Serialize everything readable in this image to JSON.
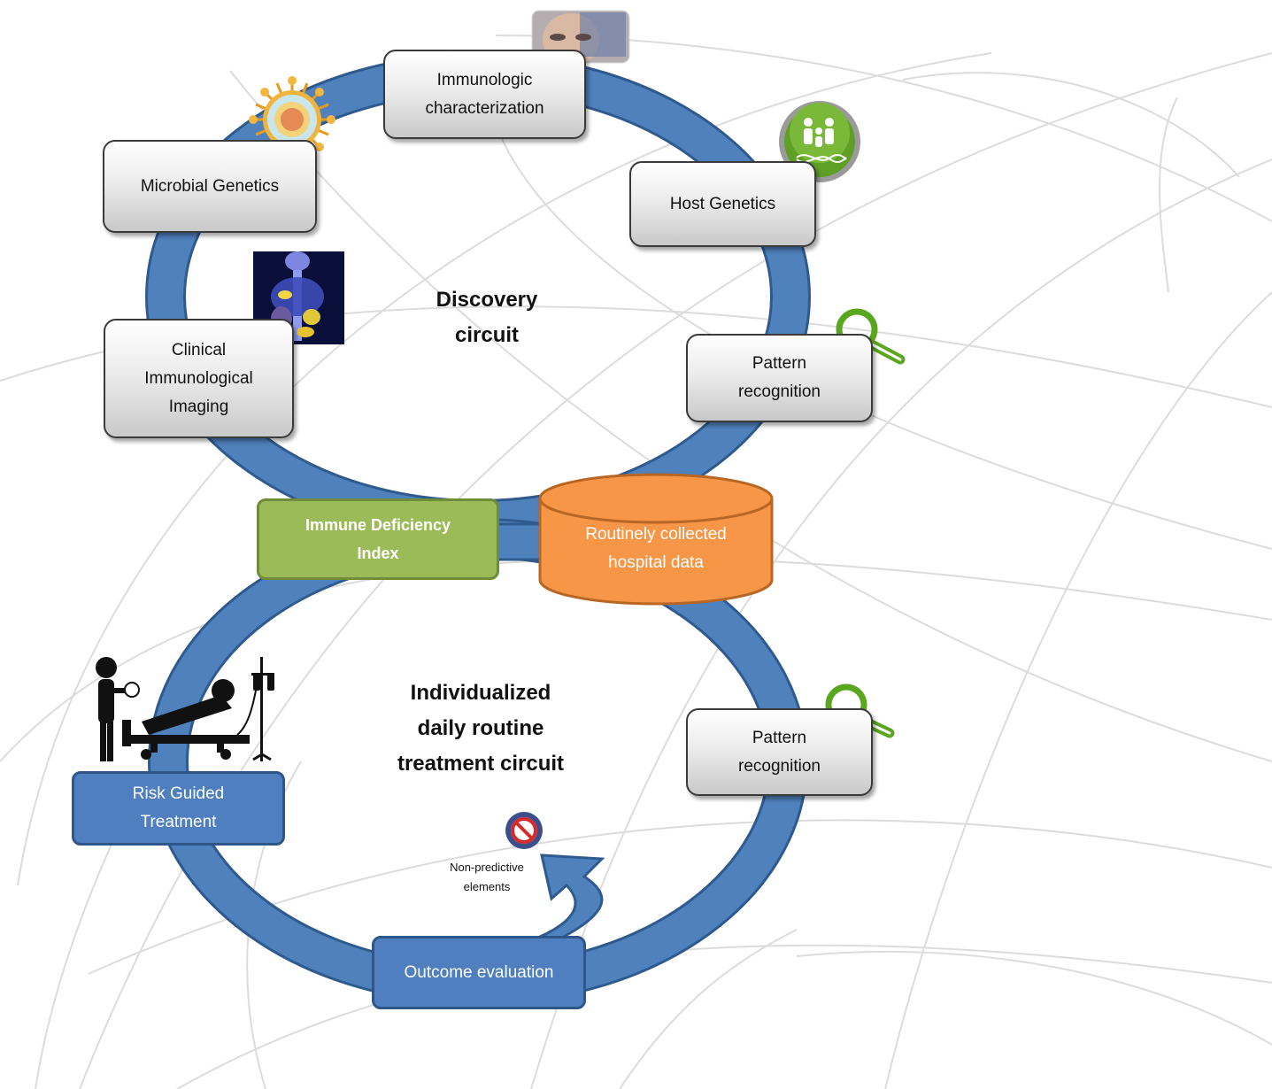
{
  "discovery_circuit": {
    "title": "Discovery\ncircuit",
    "nodes": {
      "immunologic": "Immunologic\ncharacterization",
      "microbial": "Microbial Genetics",
      "host": "Host Genetics",
      "imaging": "Clinical\nImmunological\nImaging",
      "pattern": "Pattern\nrecognition"
    }
  },
  "shared": {
    "index": "Immune Deficiency\nIndex",
    "database": "Routinely collected\nhospital data"
  },
  "treatment_circuit": {
    "title": "Individualized\ndaily routine\ntreatment circuit",
    "nodes": {
      "risk": "Risk Guided\nTreatment",
      "pattern": "Pattern\nrecognition",
      "outcome": "Outcome evaluation"
    },
    "non_predictive": "Non-predictive\nelements"
  },
  "colors": {
    "ring": "#4f81bd",
    "ring_edge": "#2e5a8e",
    "green_box": "#9bbb59",
    "db_orange": "#f79646",
    "blue_box": "#4f7fbf",
    "magnifier": "#5aa61e"
  },
  "icons": [
    "virus-icon",
    "face-scan-photo",
    "dna-family-icon",
    "body-scan-photo",
    "magnifier-icon",
    "no-entry-icon",
    "hospital-bed-icon"
  ]
}
